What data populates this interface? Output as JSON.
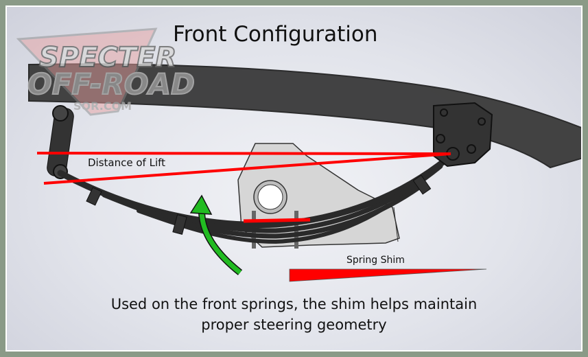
{
  "title": "Front Configuration",
  "labels": {
    "distance_of_lift": "Distance of Lift",
    "spring_shim": "Spring Shim"
  },
  "caption": {
    "line1": "Used on the front springs, the shim helps maintain",
    "line2": "proper steering geometry"
  },
  "logo": {
    "text": "SPECTER OFF-ROAD SOR.COM"
  },
  "colors": {
    "frame": "#8a9a87",
    "rail": "#3a3a3a",
    "lines": "#ff0000",
    "arrow": "#22bb22",
    "housing": "#d4d4d4"
  }
}
